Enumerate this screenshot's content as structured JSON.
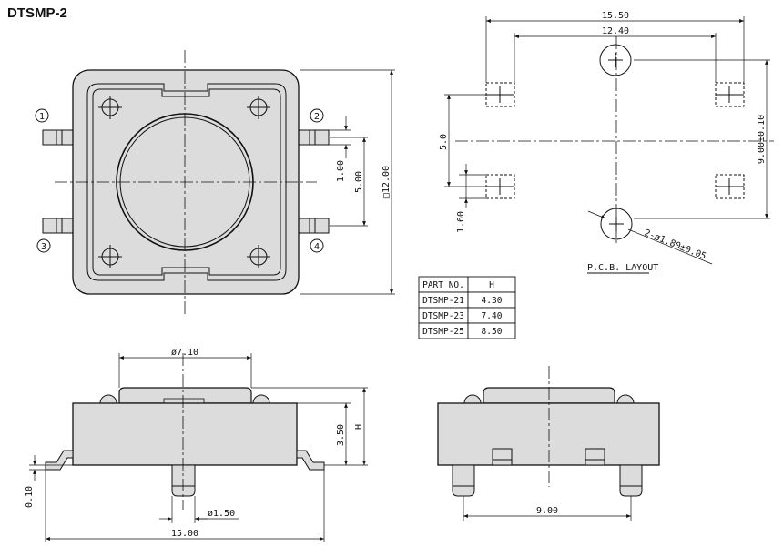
{
  "title": "DTSMP-2",
  "top_view": {
    "pins": [
      "1",
      "2",
      "3",
      "4"
    ],
    "dims": {
      "d100": "1.00",
      "d500": "5.00",
      "d1200": "□12.00"
    }
  },
  "pcb_layout": {
    "label": "P.C.B. LAYOUT",
    "dims": {
      "d1550": "15.50",
      "d1240": "12.40",
      "d50": "5.0",
      "d160": "1.60",
      "d900": "9.00±0.10",
      "dhole": "2-ø1.80±0.05"
    }
  },
  "table": {
    "headers": [
      "PART NO.",
      "H"
    ],
    "rows": [
      [
        "DTSMP-21",
        "4.30"
      ],
      [
        "DTSMP-23",
        "7.40"
      ],
      [
        "DTSMP-25",
        "8.50"
      ]
    ]
  },
  "front_view": {
    "dims": {
      "d710": "ø7.10",
      "d350": "3.50",
      "dH": "H",
      "d010": "0.10",
      "d150": "ø1.50",
      "d1500": "15.00"
    }
  },
  "side_view": {
    "dims": {
      "d900b": "9.00"
    }
  }
}
